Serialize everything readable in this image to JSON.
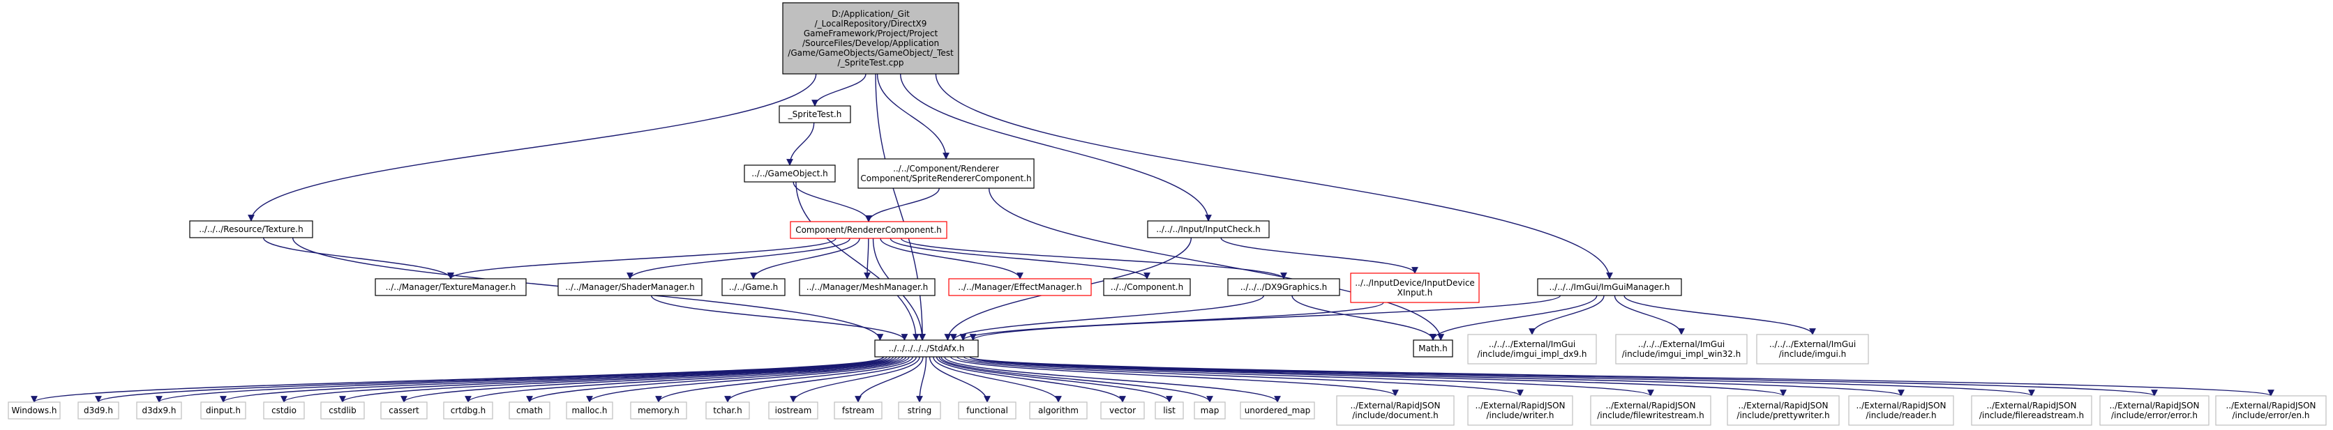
{
  "colors": {
    "edge": "#191970",
    "node_border": "#000000",
    "node_fill": "#ffffff",
    "root_fill": "#bfbfbf",
    "missing_border": "#ff0000",
    "external_border": "#bfbfbf",
    "external_text": "#404040"
  },
  "nodes": [
    {
      "id": "root",
      "lines": [
        "D:/Application/_Git",
        "/_LocalRepository/DirectX9",
        "GameFramework/Project/Project",
        "/SourceFiles/Develop/Application",
        "/Game/GameObjects/GameObject/_Test",
        "/_SpriteTest.cpp"
      ],
      "style": "root"
    },
    {
      "id": "spritetest",
      "lines": [
        "_SpriteTest.h"
      ],
      "style": "normal"
    },
    {
      "id": "gameobject",
      "lines": [
        "../../GameObject.h"
      ],
      "style": "normal"
    },
    {
      "id": "spriterenderer",
      "lines": [
        "../../Component/Renderer",
        "Component/SpriteRendererComponent.h"
      ],
      "style": "normal"
    },
    {
      "id": "texture",
      "lines": [
        "../../../Resource/Texture.h"
      ],
      "style": "normal"
    },
    {
      "id": "renderer",
      "lines": [
        "Component/RendererComponent.h"
      ],
      "style": "missing"
    },
    {
      "id": "inputcheck",
      "lines": [
        "../../../Input/InputCheck.h"
      ],
      "style": "normal"
    },
    {
      "id": "imguimanager",
      "lines": [
        "../../../ImGui/ImGuiManager.h"
      ],
      "style": "normal"
    },
    {
      "id": "texturemanager",
      "lines": [
        "../../Manager/TextureManager.h"
      ],
      "style": "normal"
    },
    {
      "id": "shadermanager",
      "lines": [
        "../../Manager/ShaderManager.h"
      ],
      "style": "normal"
    },
    {
      "id": "game",
      "lines": [
        "../../Game.h"
      ],
      "style": "normal"
    },
    {
      "id": "meshmanager",
      "lines": [
        "../../Manager/MeshManager.h"
      ],
      "style": "normal"
    },
    {
      "id": "effectmanager",
      "lines": [
        "../../Manager/EffectManager.h"
      ],
      "style": "missing"
    },
    {
      "id": "component",
      "lines": [
        "../../Component.h"
      ],
      "style": "normal"
    },
    {
      "id": "dx9graphics",
      "lines": [
        "../../../DX9Graphics.h"
      ],
      "style": "normal"
    },
    {
      "id": "inputdevice",
      "lines": [
        "../../InputDevice/InputDevice",
        "XInput.h"
      ],
      "style": "missing"
    },
    {
      "id": "math",
      "lines": [
        "Math.h"
      ],
      "style": "normal"
    },
    {
      "id": "imgui_dx9",
      "lines": [
        "../../../External/ImGui",
        "/include/imgui_impl_dx9.h"
      ],
      "style": "external"
    },
    {
      "id": "imgui_win32",
      "lines": [
        "../../../External/ImGui",
        "/include/imgui_impl_win32.h"
      ],
      "style": "external"
    },
    {
      "id": "imgui",
      "lines": [
        "../../../External/ImGui",
        "/include/imgui.h"
      ],
      "style": "external"
    },
    {
      "id": "stdafx",
      "lines": [
        "../../../../../StdAfx.h"
      ],
      "style": "normal"
    },
    {
      "id": "windows",
      "lines": [
        "Windows.h"
      ],
      "style": "external"
    },
    {
      "id": "d3d9",
      "lines": [
        "d3d9.h"
      ],
      "style": "external"
    },
    {
      "id": "d3dx9",
      "lines": [
        "d3dx9.h"
      ],
      "style": "external"
    },
    {
      "id": "dinput",
      "lines": [
        "dinput.h"
      ],
      "style": "external"
    },
    {
      "id": "cstdio",
      "lines": [
        "cstdio"
      ],
      "style": "external"
    },
    {
      "id": "cstdlib",
      "lines": [
        "cstdlib"
      ],
      "style": "external"
    },
    {
      "id": "cassert",
      "lines": [
        "cassert"
      ],
      "style": "external"
    },
    {
      "id": "crtdbg",
      "lines": [
        "crtdbg.h"
      ],
      "style": "external"
    },
    {
      "id": "cmath",
      "lines": [
        "cmath"
      ],
      "style": "external"
    },
    {
      "id": "malloc",
      "lines": [
        "malloc.h"
      ],
      "style": "external"
    },
    {
      "id": "memory",
      "lines": [
        "memory.h"
      ],
      "style": "external"
    },
    {
      "id": "tchar",
      "lines": [
        "tchar.h"
      ],
      "style": "external"
    },
    {
      "id": "iostream",
      "lines": [
        "iostream"
      ],
      "style": "external"
    },
    {
      "id": "fstream",
      "lines": [
        "fstream"
      ],
      "style": "external"
    },
    {
      "id": "string",
      "lines": [
        "string"
      ],
      "style": "external"
    },
    {
      "id": "functional",
      "lines": [
        "functional"
      ],
      "style": "external"
    },
    {
      "id": "algorithm",
      "lines": [
        "algorithm"
      ],
      "style": "external"
    },
    {
      "id": "vector",
      "lines": [
        "vector"
      ],
      "style": "external"
    },
    {
      "id": "list",
      "lines": [
        "list"
      ],
      "style": "external"
    },
    {
      "id": "map",
      "lines": [
        "map"
      ],
      "style": "external"
    },
    {
      "id": "unordered_map",
      "lines": [
        "unordered_map"
      ],
      "style": "external"
    },
    {
      "id": "rj_document",
      "lines": [
        "../External/RapidJSON",
        "/include/document.h"
      ],
      "style": "external"
    },
    {
      "id": "rj_writer",
      "lines": [
        "../External/RapidJSON",
        "/include/writer.h"
      ],
      "style": "external"
    },
    {
      "id": "rj_filewrite",
      "lines": [
        "../External/RapidJSON",
        "/include/filewritestream.h"
      ],
      "style": "external"
    },
    {
      "id": "rj_pretty",
      "lines": [
        "../External/RapidJSON",
        "/include/prettywriter.h"
      ],
      "style": "external"
    },
    {
      "id": "rj_reader",
      "lines": [
        "../External/RapidJSON",
        "/include/reader.h"
      ],
      "style": "external"
    },
    {
      "id": "rj_fileread",
      "lines": [
        "../External/RapidJSON",
        "/include/filereadstream.h"
      ],
      "style": "external"
    },
    {
      "id": "rj_error",
      "lines": [
        "../External/RapidJSON",
        "/include/error/error.h"
      ],
      "style": "external"
    },
    {
      "id": "rj_en",
      "lines": [
        "../External/RapidJSON",
        "/include/error/en.h"
      ],
      "style": "external"
    }
  ],
  "edges": [
    [
      "root",
      "spritetest"
    ],
    [
      "root",
      "spriterenderer"
    ],
    [
      "root",
      "texture"
    ],
    [
      "root",
      "stdafx"
    ],
    [
      "root",
      "inputcheck"
    ],
    [
      "root",
      "imguimanager"
    ],
    [
      "spritetest",
      "gameobject"
    ],
    [
      "gameobject",
      "renderer"
    ],
    [
      "gameobject",
      "stdafx"
    ],
    [
      "spriterenderer",
      "renderer"
    ],
    [
      "spriterenderer",
      "math"
    ],
    [
      "texture",
      "texturemanager"
    ],
    [
      "texture",
      "stdafx"
    ],
    [
      "renderer",
      "texturemanager"
    ],
    [
      "renderer",
      "shadermanager"
    ],
    [
      "renderer",
      "game"
    ],
    [
      "renderer",
      "meshmanager"
    ],
    [
      "renderer",
      "effectmanager"
    ],
    [
      "renderer",
      "component"
    ],
    [
      "renderer",
      "dx9graphics"
    ],
    [
      "renderer",
      "stdafx"
    ],
    [
      "shadermanager",
      "stdafx"
    ],
    [
      "inputcheck",
      "inputdevice"
    ],
    [
      "inputcheck",
      "stdafx"
    ],
    [
      "inputdevice",
      "stdafx"
    ],
    [
      "dx9graphics",
      "math"
    ],
    [
      "dx9graphics",
      "stdafx"
    ],
    [
      "imguimanager",
      "math"
    ],
    [
      "imguimanager",
      "stdafx"
    ],
    [
      "imguimanager",
      "imgui_dx9"
    ],
    [
      "imguimanager",
      "imgui_win32"
    ],
    [
      "imguimanager",
      "imgui"
    ],
    [
      "stdafx",
      "windows"
    ],
    [
      "stdafx",
      "d3d9"
    ],
    [
      "stdafx",
      "d3dx9"
    ],
    [
      "stdafx",
      "dinput"
    ],
    [
      "stdafx",
      "cstdio"
    ],
    [
      "stdafx",
      "cstdlib"
    ],
    [
      "stdafx",
      "cassert"
    ],
    [
      "stdafx",
      "crtdbg"
    ],
    [
      "stdafx",
      "cmath"
    ],
    [
      "stdafx",
      "malloc"
    ],
    [
      "stdafx",
      "memory"
    ],
    [
      "stdafx",
      "tchar"
    ],
    [
      "stdafx",
      "iostream"
    ],
    [
      "stdafx",
      "fstream"
    ],
    [
      "stdafx",
      "string"
    ],
    [
      "stdafx",
      "functional"
    ],
    [
      "stdafx",
      "algorithm"
    ],
    [
      "stdafx",
      "vector"
    ],
    [
      "stdafx",
      "list"
    ],
    [
      "stdafx",
      "map"
    ],
    [
      "stdafx",
      "unordered_map"
    ],
    [
      "stdafx",
      "rj_document"
    ],
    [
      "stdafx",
      "rj_writer"
    ],
    [
      "stdafx",
      "rj_filewrite"
    ],
    [
      "stdafx",
      "rj_pretty"
    ],
    [
      "stdafx",
      "rj_reader"
    ],
    [
      "stdafx",
      "rj_fileread"
    ],
    [
      "stdafx",
      "rj_error"
    ],
    [
      "stdafx",
      "rj_en"
    ]
  ]
}
